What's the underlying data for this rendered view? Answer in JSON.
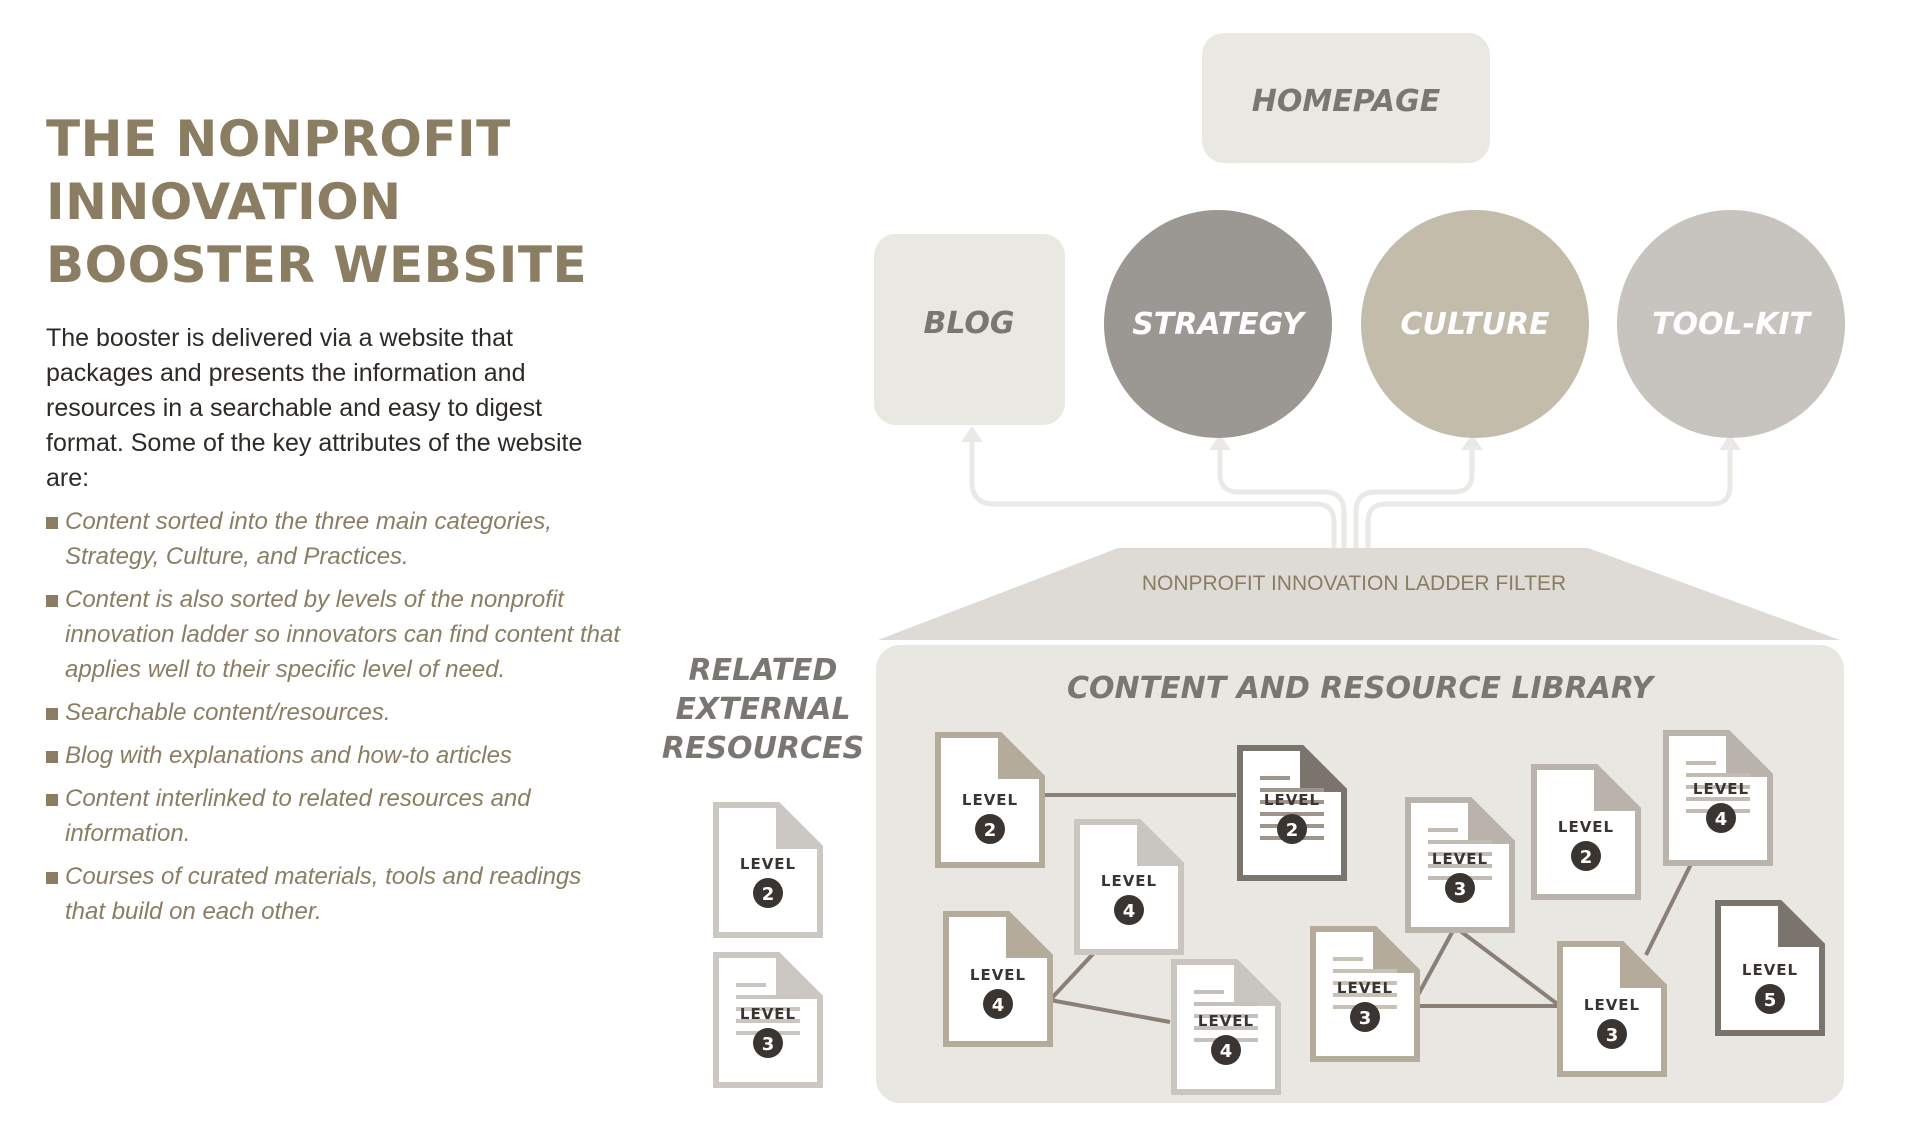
{
  "title_lines": [
    "THE NONPROFIT",
    "INNOVATION",
    "BOOSTER WEBSITE"
  ],
  "intro": "The booster is delivered via a website that packages and presents the information and resources in a searchable and easy to digest format. Some of the key attributes of the website are:",
  "bullets": [
    "Content sorted into the three main categories, Strategy, Culture, and Practices.",
    "Content is also sorted by levels of the nonprofit innovation ladder so innovators can find content that applies well to their specific level of need.",
    "Searchable content/resources.",
    "Blog with explanations and how-to articles",
    "Content interlinked to related resources and information.",
    "Courses of curated materials, tools and readings that build on each other."
  ],
  "diagram": {
    "homepage": "HOMEPAGE",
    "blog": "BLOG",
    "categories": [
      {
        "key": "strategy",
        "label": "STRATEGY",
        "color": "#9b9893"
      },
      {
        "key": "culture",
        "label": "CULTURE",
        "color": "#c4bcab"
      },
      {
        "key": "toolkit",
        "label": "TOOL-KIT",
        "color": "#c7c3bf"
      }
    ],
    "filter_label": "NONPROFIT INNOVATION LADDER FILTER",
    "library_title": "CONTENT AND RESOURCE LIBRARY",
    "related_title_lines": [
      "RELATED",
      "EXTERNAL",
      "RESOURCES"
    ],
    "doc_word": "LEVEL",
    "related_docs": [
      {
        "level": 2,
        "lines": false
      },
      {
        "level": 3,
        "lines": true
      }
    ],
    "library_docs": [
      {
        "level": 2,
        "lines": false
      },
      {
        "level": 2,
        "lines": true
      },
      {
        "level": 4,
        "lines": false
      },
      {
        "level": 4,
        "lines": false
      },
      {
        "level": 4,
        "lines": true
      },
      {
        "level": 3,
        "lines": true
      },
      {
        "level": 3,
        "lines": true
      },
      {
        "level": 2,
        "lines": false
      },
      {
        "level": 4,
        "lines": true
      },
      {
        "level": 3,
        "lines": false
      },
      {
        "level": 5,
        "lines": false
      }
    ],
    "colors": {
      "title": "#8a7d62",
      "text": "#2e2a26",
      "panel": "#e8e7e2",
      "filter": "#dedad6",
      "arrow": "#ebe9e6",
      "link": "#8a8078",
      "badge": "#3b3531",
      "label_gray": "#7a7672"
    }
  }
}
